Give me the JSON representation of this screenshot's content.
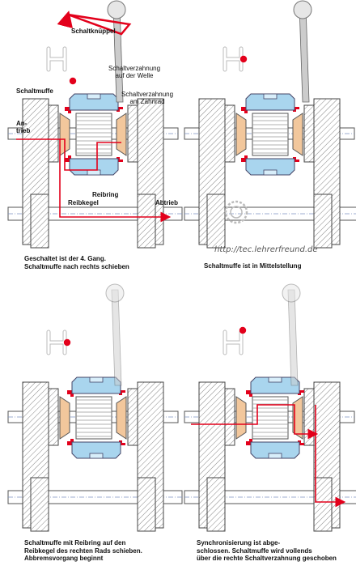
{
  "panel1": {
    "label_lever": "Schaltknüppel",
    "label_sleeve": "Schaltmuffe",
    "label_teeth_shaft": "Schaltverzahnung\nauf der Welle",
    "label_teeth_gear": "Schaltverzahnung\nam Zahnrad",
    "label_drive": "An-\ntrieb",
    "label_ring": "Reibring",
    "label_cone": "Reibkegel",
    "label_output": "Abtrieb",
    "caption": "Geschaltet ist der 4. Gang.\nSchaltmuffe nach rechts schieben"
  },
  "panel2": {
    "caption": "Schaltmuffe ist in Mittelstellung"
  },
  "panel3": {
    "caption": "Schaltmuffe mit Reibring auf den\nReibkegel des rechten Rads schieben.\nAbbremsvorgang beginnt"
  },
  "panel4": {
    "caption": "Synchronisierung ist abge-\nschlossen. Schaltmuffe wird vollends\nüber die rechte Schaltverzahnung geschoben"
  },
  "watermark": {
    "url": "http://tec.lehrerfreund.de"
  },
  "colors": {
    "accent": "#e3001b",
    "sleeve": "#a9d5ee",
    "cone": "#f2c79c",
    "hatch": "#555555"
  }
}
